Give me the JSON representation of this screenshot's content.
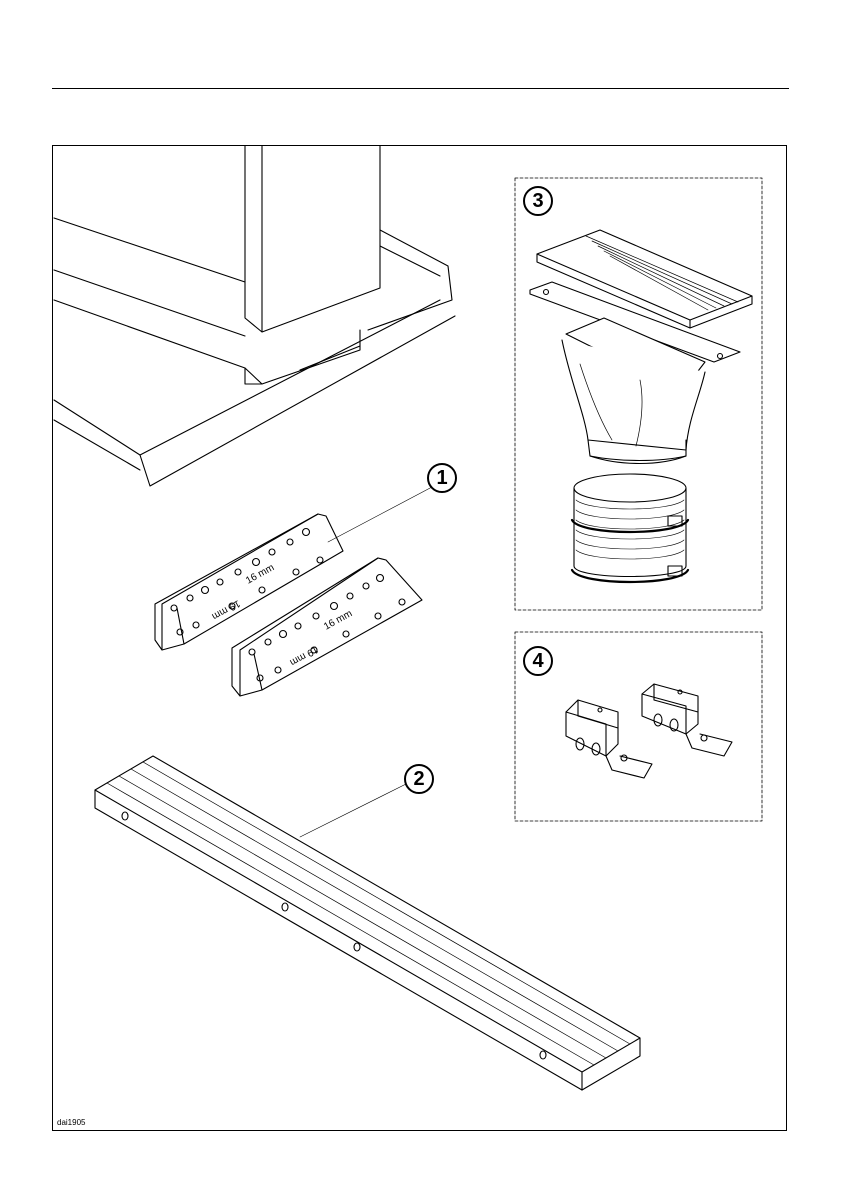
{
  "figure": {
    "reference_code": "dai1905",
    "items": [
      {
        "number": "1",
        "part": "mounting-brackets",
        "markings": [
          "16 mm",
          "16 mm",
          "19 mm",
          "19 mm"
        ]
      },
      {
        "number": "2",
        "part": "plinth-rail"
      },
      {
        "number": "3",
        "part": "vent-grille-kit"
      },
      {
        "number": "4",
        "part": "mounting-clips"
      }
    ]
  }
}
